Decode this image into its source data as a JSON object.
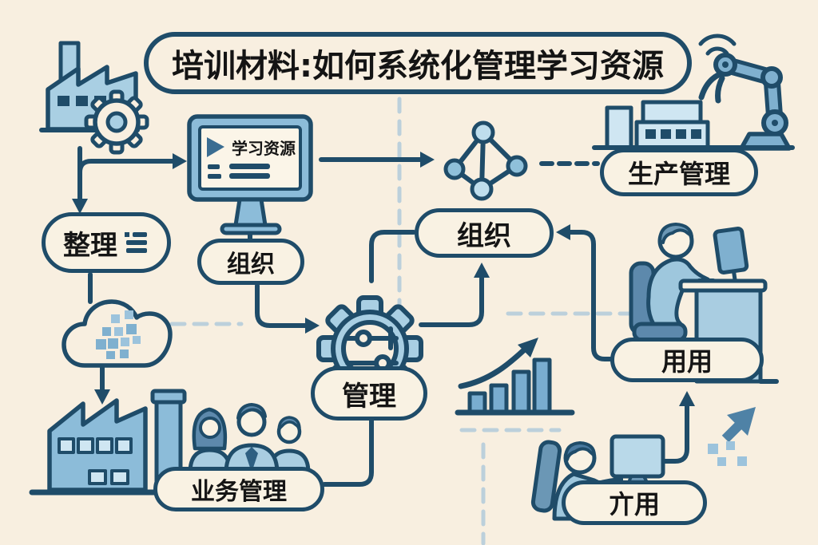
{
  "title": "培训材料:如何系统化管理学习资源",
  "labels": {
    "organize": "整理",
    "organization_left": "组织",
    "organization_center": "组织",
    "manage": "管理",
    "business_management": "业务管理",
    "production_management": "生产管理",
    "apply": "用用",
    "use": "亣用"
  },
  "monitor": {
    "screen_title": "学习资源"
  },
  "colors": {
    "background": "#f8efe0",
    "outline_navy": "#1f4c69",
    "light_blue": "#a9cfe3",
    "pale_blue": "#cfe6f2",
    "mid_blue": "#6b97b5",
    "steel_blue": "#7fb0cf",
    "pill_fill": "#f9f2e3",
    "dashed_gray_blue": "#bcd0db",
    "text": "#151515"
  },
  "icons": {
    "factory-gear-icon": "factory with gear",
    "monitor-icon": "desktop monitor",
    "play-icon": "▶",
    "list-lines-icon": "≡",
    "cloud-data-icon": "cloud with pixel data",
    "factory-icon": "factory building",
    "team-icon": "three people",
    "network-icon": "connected nodes",
    "gear-sliders-icon": "gear with sliders",
    "wifi-icon": "signal arcs",
    "robot-arm-icon": "industrial robot arm",
    "bar-chart-icon": "rising bar chart with arrow",
    "desk-worker-icon": "person at desk with computer",
    "laptop-worker-icon": "person at screen",
    "pixel-arrow-icon": "pixelated up-right arrow"
  }
}
